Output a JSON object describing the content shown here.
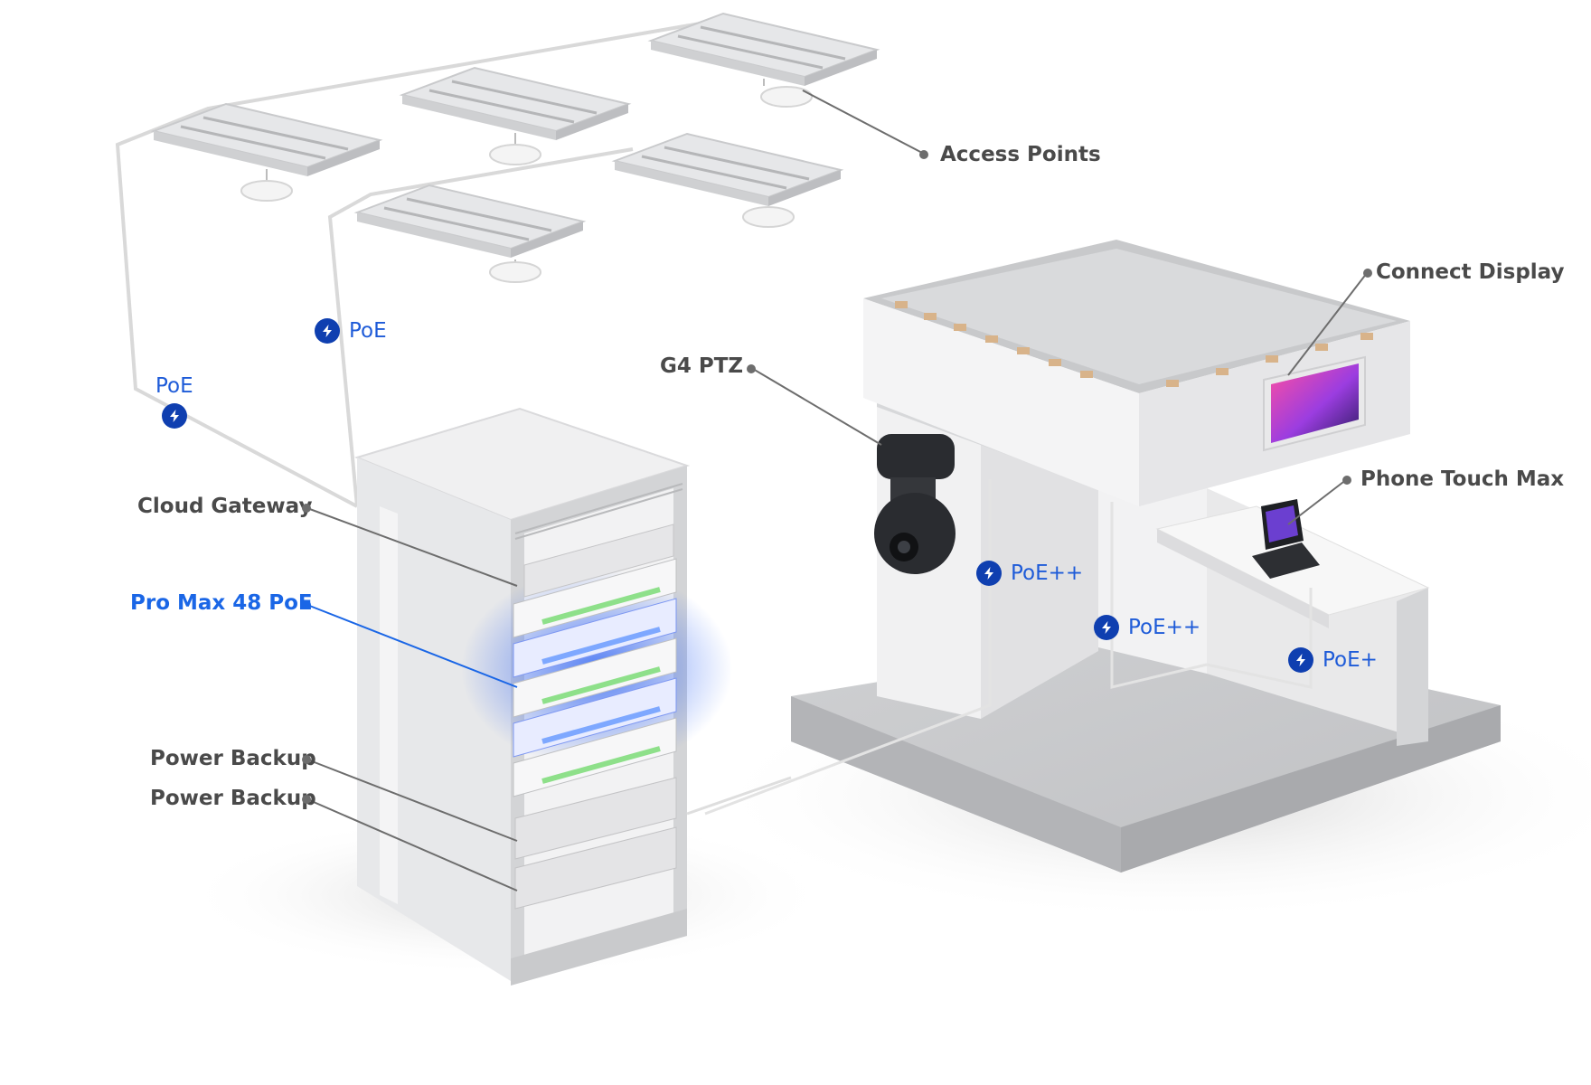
{
  "labels": {
    "access_points": "Access Points",
    "connect_display": "Connect Display",
    "g4_ptz": "G4 PTZ",
    "phone_touch_max": "Phone Touch Max",
    "cloud_gateway": "Cloud Gateway",
    "pro_max_48_poe": "Pro Max 48 PoE",
    "power_backup_1": "Power Backup",
    "power_backup_2": "Power Backup"
  },
  "poe_badges": {
    "ceiling_left": "PoE",
    "ceiling_right": "PoE",
    "camera": "PoE++",
    "display": "PoE++",
    "phone": "PoE+"
  },
  "icons": {
    "power": "lightning-bolt-icon"
  },
  "colors": {
    "label": "#4a4a4a",
    "accent": "#1a66e6",
    "poe_text": "#1e5bd8",
    "poe_badge": "#0f3fb0",
    "switch_glow": "#3a6cf5",
    "port_green": "#8ee08a"
  }
}
